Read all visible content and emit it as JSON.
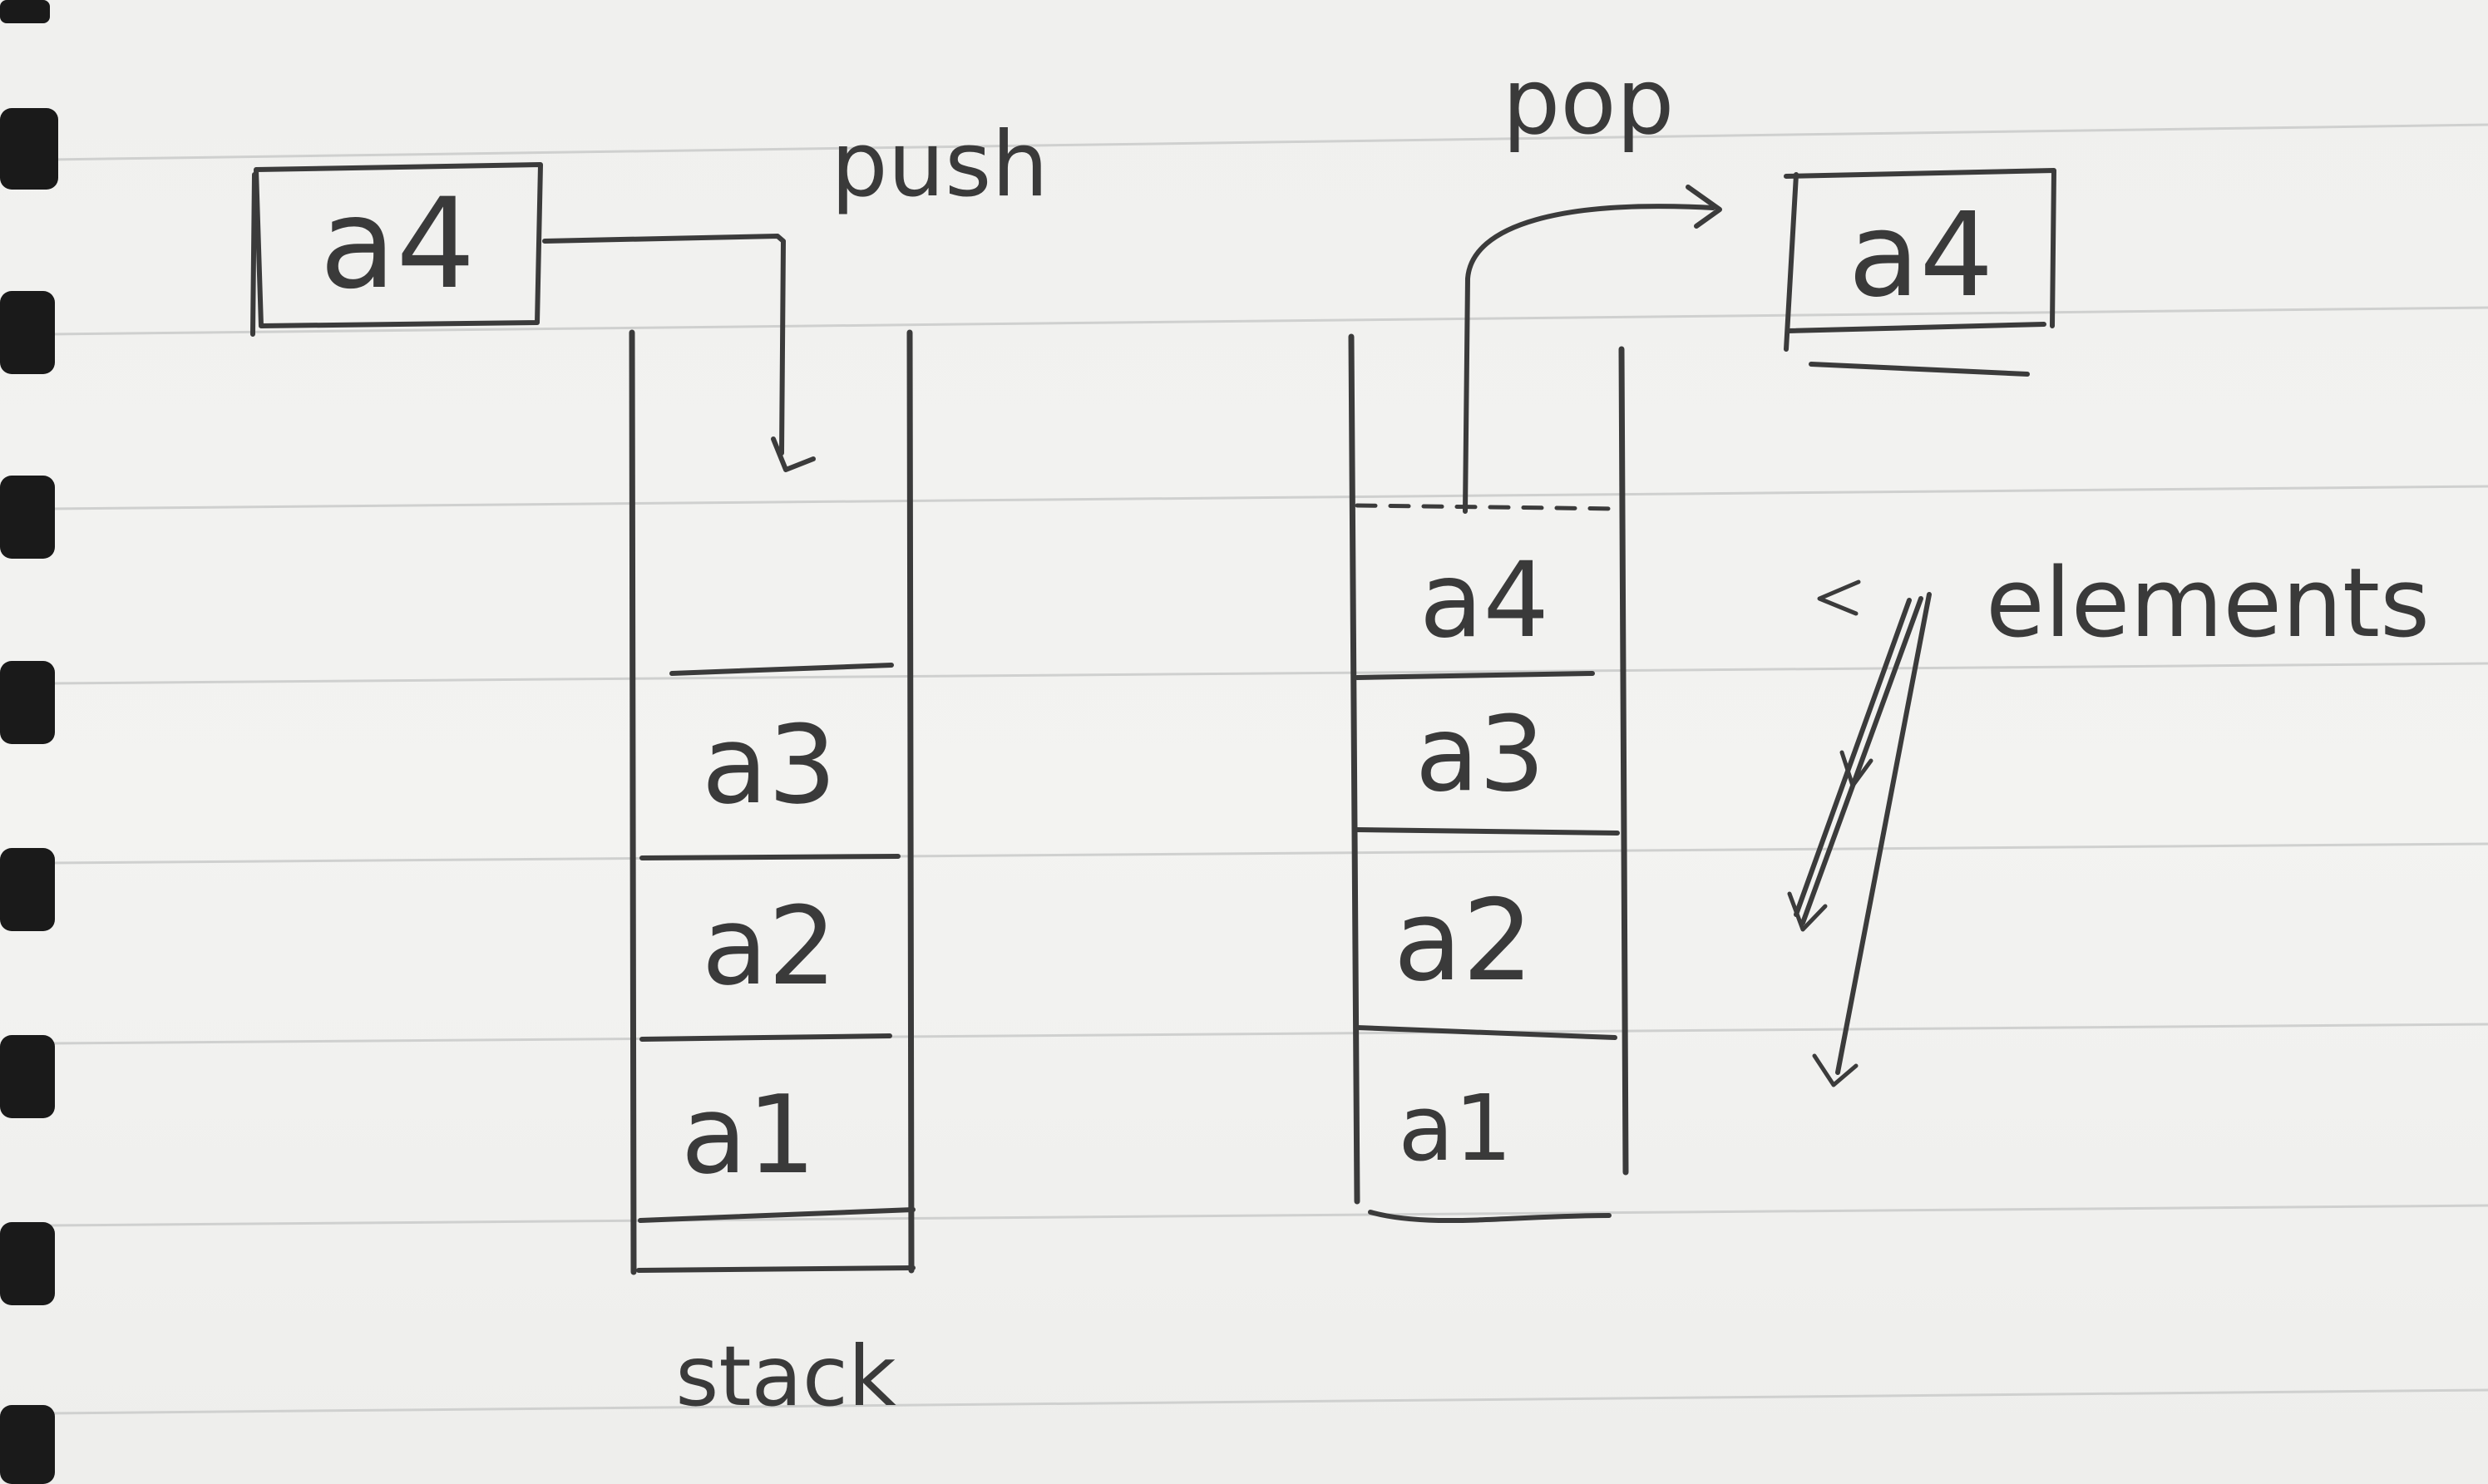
{
  "diagram": {
    "push_stack": {
      "incoming_element": "a4",
      "operation_label": "push",
      "cells": [
        "a3",
        "a2",
        "a1"
      ],
      "caption": "stack"
    },
    "pop_stack": {
      "cells": [
        "a4",
        "a3",
        "a2",
        "a1"
      ],
      "operation_label": "pop",
      "outgoing_element": "a4",
      "annotation": "elements"
    }
  },
  "colors": {
    "paper": "#f1f1ef",
    "ink": "#3b3b3b",
    "rule": "#cfd0cf",
    "binding": "#1a1a1a"
  }
}
